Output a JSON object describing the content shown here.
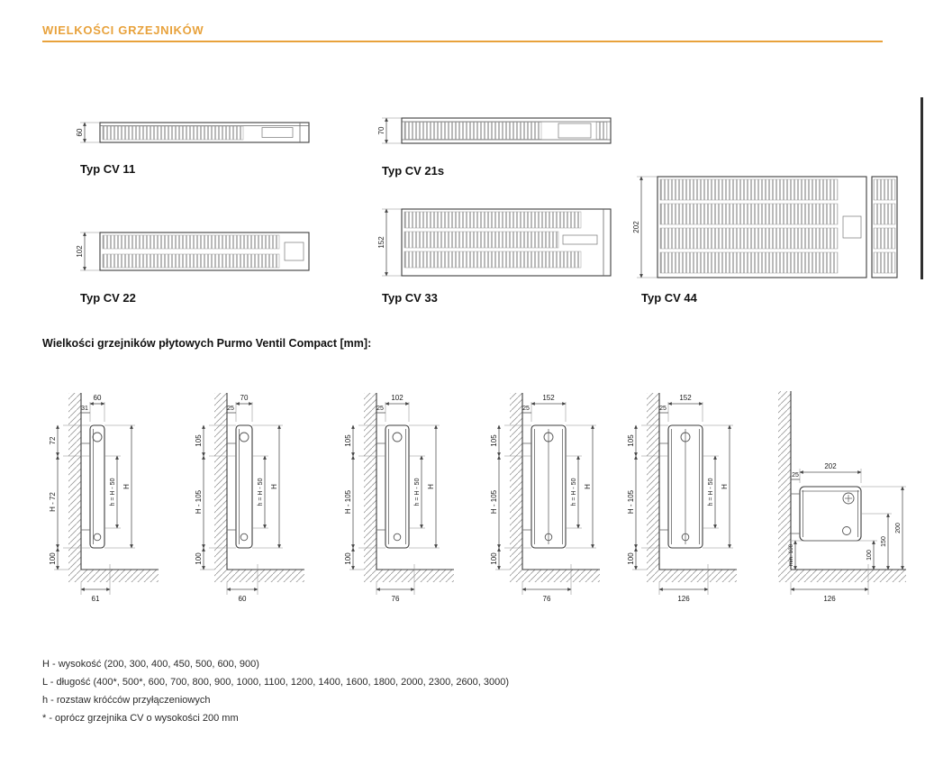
{
  "page": {
    "title": "WIELKOŚCI GRZEJNIKÓW"
  },
  "colors": {
    "accent": "#E8A23C"
  },
  "types": [
    {
      "name": "Typ CV 11",
      "depth": "60"
    },
    {
      "name": "Typ CV 21s",
      "depth": "70"
    },
    {
      "name": "Typ CV 22",
      "depth": "102"
    },
    {
      "name": "Typ CV 33",
      "depth": "152"
    },
    {
      "name": "Typ CV 44",
      "depth": "202"
    }
  ],
  "section_title": "Wielkości grzejników płytowych Purmo Ventil Compact [mm]:",
  "side_views": [
    {
      "wall_offset": "31",
      "depth": "60",
      "top_dim": "72",
      "height_dim": "H - 72",
      "port_dim": "h = H - 50",
      "full_height": "H",
      "floor_clearance": "100",
      "base": "61"
    },
    {
      "wall_offset": "25",
      "depth": "70",
      "top_dim": "105",
      "height_dim": "H - 105",
      "port_dim": "h = H - 50",
      "full_height": "H",
      "floor_clearance": "100",
      "base": "60"
    },
    {
      "wall_offset": "25",
      "depth": "102",
      "top_dim": "105",
      "height_dim": "H - 105",
      "port_dim": "h = H - 50",
      "full_height": "H",
      "floor_clearance": "100",
      "base": "76"
    },
    {
      "wall_offset": "25",
      "depth": "152",
      "top_dim": "105",
      "height_dim": "H - 105",
      "port_dim": "h = H - 50",
      "full_height": "H",
      "floor_clearance": "100",
      "base": "76"
    },
    {
      "wall_offset": "25",
      "depth": "152",
      "top_dim": "105",
      "height_dim": "H - 105",
      "port_dim": "h = H - 50",
      "full_height": "H",
      "floor_clearance": "100",
      "base": "126"
    }
  ],
  "detail_view": {
    "wall_offset": "25",
    "depth": "202",
    "dim_200": "200",
    "dim_150": "150",
    "dim_100": "100",
    "min_clearance": "min. 100",
    "base": "126"
  },
  "legend": {
    "lines": [
      "H - wysokość (200, 300, 400, 450, 500, 600, 900)",
      "L - długość (400*, 500*, 600, 700, 800, 900, 1000, 1100, 1200, 1400, 1600, 1800, 2000, 2300, 2600, 3000)",
      "h - rozstaw króćców przyłączeniowych",
      "* - oprócz grzejnika CV o wysokości 200 mm"
    ]
  }
}
